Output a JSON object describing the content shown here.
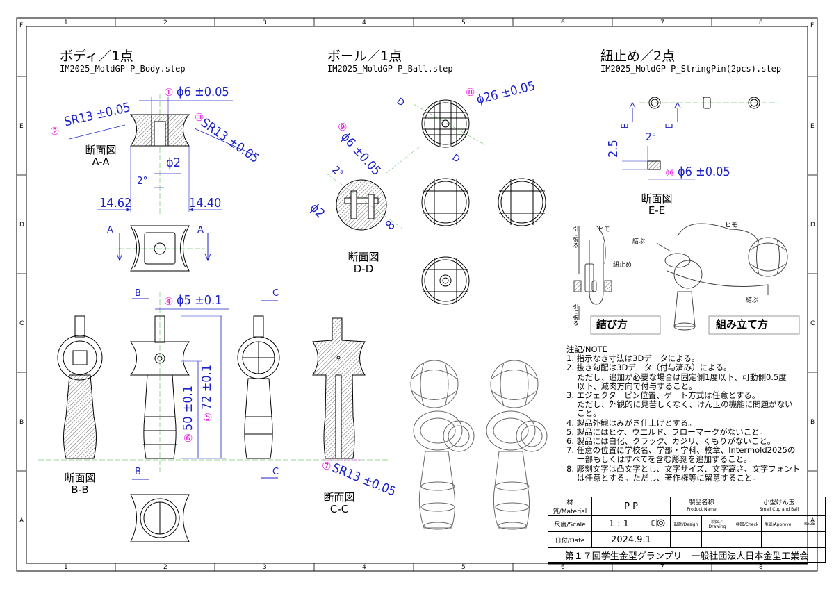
{
  "grid": {
    "columns": [
      "1",
      "2",
      "3",
      "4",
      "5",
      "6",
      "7",
      "8"
    ],
    "rows": [
      "F",
      "E",
      "D",
      "C",
      "B",
      "A"
    ]
  },
  "views": {
    "body": {
      "title": "ボディ／1点",
      "file": "IM2025_MoldGP-P_Body.step"
    },
    "ball": {
      "title": "ボール／1点",
      "file": "IM2025_MoldGP-P_Ball.step"
    },
    "pin": {
      "title": "紐止め／2点",
      "file": "IM2025_MoldGP-P_StringPin(2pcs).step"
    }
  },
  "dimensions": {
    "d1_mark": "①",
    "d1": "ϕ6 ±0.05",
    "d2_mark": "②",
    "d2": "SR13 ±0.05",
    "d3_mark": "③",
    "d3": "SR13 ±0.05",
    "phi2_body": "ϕ2",
    "deg_body": "2°",
    "w_left": "14.62",
    "w_right": "14.40",
    "d4_mark": "④",
    "d4": "ϕ5 ±0.1",
    "d5_mark": "⑤",
    "d5": "72 ±0.1",
    "d6_mark": "⑥",
    "d6": "50 ±0.1",
    "d7_mark": "⑦",
    "d7": "SR13 ±0.05",
    "d8_mark": "⑧",
    "d8": "ϕ26 ±0.05",
    "d9_mark": "⑨",
    "d9": "ϕ6 ±0.05",
    "deg_ball": "2°",
    "phi2_ball": "ϕ2",
    "eight": "8",
    "pin_h": "2.5",
    "deg_pin": "2°",
    "d10_mark": "⑩",
    "d10": "ϕ6 ±0.05"
  },
  "section_labels": {
    "aa": "断面図\nA-A",
    "bb": "断面図\nB-B",
    "cc": "断面図\nC-C",
    "dd": "断面図\nD-D",
    "ee": "断面図\nE-E"
  },
  "markers": {
    "A": "A",
    "B": "B",
    "C": "C",
    "D": "D",
    "E": "E"
  },
  "assembly": {
    "himo1": "ヒモ",
    "himo2": "ヒモ",
    "musubu1": "結ぶ",
    "musubu2": "結ぶ",
    "himotome": "紐止め",
    "hikkomu1": "引っ張る",
    "hikkomu2": "引っ張る",
    "caption_tie": "結び方",
    "caption_assemble": "組み立て方"
  },
  "notes": [
    "注記/NOTE",
    "1. 指示なき寸法は3Dデータによる。",
    "2. 抜き勾配は3Dデータ（付与済み）による。",
    "　 ただし、追加が必要な場合は固定側1度以下、可動側0.5度",
    "　 以下、減肉方向で付与すること。",
    "3. エジェクターピン位置、ゲート方式は任意とする。",
    "　 ただし、外観的に見苦しくなく、けん玉の機能に問題がない",
    "　 こと。",
    "4. 製品外観はみがき仕上げとする。",
    "5. 製品にはヒケ、ウエルド、フローマークがないこと。",
    "6. 製品には白化、クラック、カジリ、くもりがないこと。",
    "7. 任意の位置に学校名、学部・学科、校章、Intermold2025の",
    "　 一部もしくはすべてを含む彫刻を追加すること。",
    "8. 彫刻文字は凸文字とし、文字サイズ、文字高さ、文字フォント",
    "　 は任意とする。ただし、著作権等に留意すること。"
  ],
  "title_block": {
    "material_label": "材質/Material",
    "material": "P P",
    "product_label": "製品名称",
    "product_label_en": "Product Name",
    "product": "小型けん玉",
    "product_en": "Small Cup and Ball",
    "scale_label": "尺度/Scale",
    "scale": "1 : 1",
    "design": "設計/Design",
    "drawing": "製図／Drawing",
    "check": "検図/Check",
    "approve": "承認/Approve",
    "page": "PAGE",
    "date_label": "日付/Date",
    "date": "2024.9.1",
    "footer": "第１７回学生金型グランプリ　一般社団法人日本金型工業会"
  }
}
